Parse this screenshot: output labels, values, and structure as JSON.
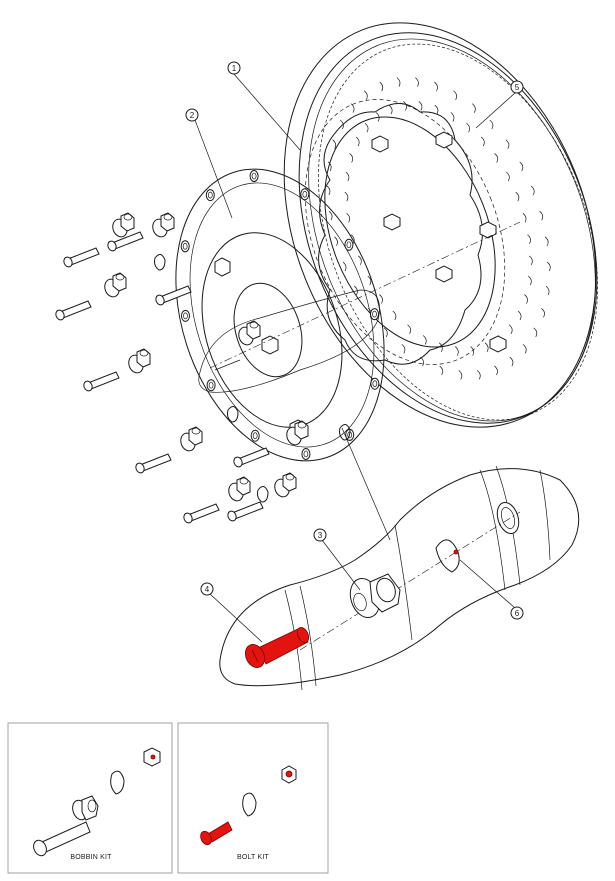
{
  "callouts": [
    {
      "id": "1",
      "label": "1"
    },
    {
      "id": "2",
      "label": "2"
    },
    {
      "id": "3",
      "label": "3"
    },
    {
      "id": "4",
      "label": "4"
    },
    {
      "id": "5",
      "label": "5"
    },
    {
      "id": "6",
      "label": "6"
    }
  ],
  "kits": {
    "bobbin_label": "BOBBIN KIT",
    "bolt_label": "BOLT KIT"
  },
  "colors": {
    "highlight": "#e3140f",
    "line": "#1a1a1a",
    "box": "#8a8a8a"
  }
}
